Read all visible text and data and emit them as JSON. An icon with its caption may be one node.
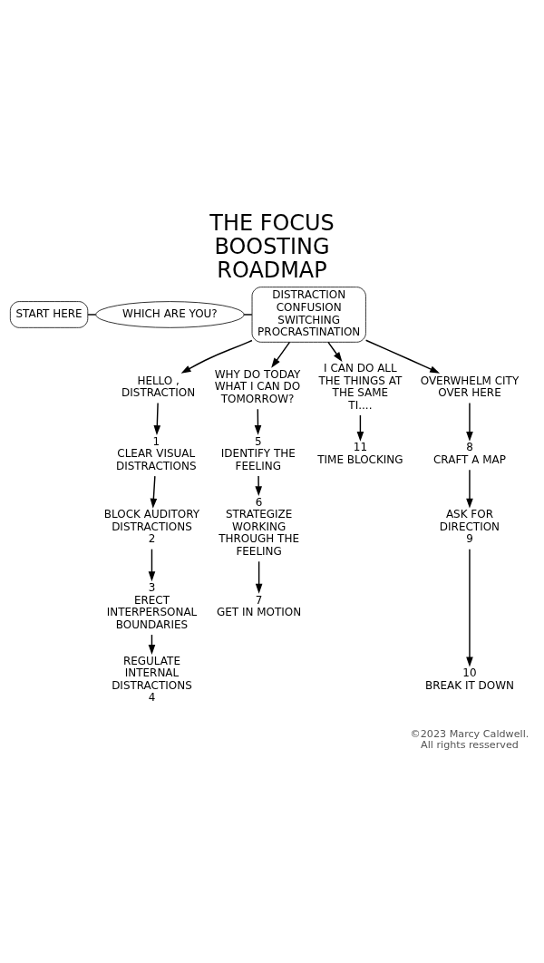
{
  "diagram": {
    "title": "THE FOCUS BOOSTING ROADMAP",
    "caption": "©2023 Marcy Caldwell. All rights resserved",
    "nodes": [
      {
        "text": [
          "START HERE"
        ]
      },
      {
        "text": [
          "WHICH ARE YOU?"
        ]
      },
      {
        "text": [
          "DISTRACTION",
          "CONFUSION",
          "SWITCHING",
          "PROCRASTINATION"
        ]
      },
      {
        "text": [
          "HELLO , DISTRACTION"
        ]
      },
      {
        "text": [
          "WHY DO TODAY WHAT I CAN DO TOMORROW?"
        ]
      },
      {
        "text": [
          "I CAN DO ALL THE THINGS AT THE SAME TI...."
        ]
      },
      {
        "text": [
          "1",
          "CLEAR VISUAL DISTRACTIONS"
        ]
      },
      {
        "text": [
          "BLOCK AUDITORY DISTRACTIONS",
          "2"
        ]
      },
      {
        "text": [
          "3",
          "ERECT INTERPERSONAL BOUNDARIES"
        ]
      },
      {
        "text": [
          "REGULATE INTERNAL DISTRACTIONS",
          "4"
        ]
      },
      {
        "text": [
          "5",
          "IDENTIFY THE FEELING"
        ]
      },
      {
        "text": [
          "6",
          "STRATEGIZE WORKING THROUGH THE FEELING"
        ]
      },
      {
        "text": [
          "7",
          "GET IN MOTION"
        ]
      },
      {
        "text": [
          "11",
          "TIME BLOCKING"
        ]
      },
      {
        "text": [
          "OVERWHELM CITY OVER HERE"
        ]
      },
      {
        "text": [
          "8",
          "CRAFT A MAP"
        ]
      },
      {
        "text": [
          "ASK FOR DIRECTION",
          "9"
        ]
      },
      {
        "text": [
          "10",
          "BREAK IT DOWN"
        ]
      }
    ],
    "edges": [
      {
        "from": 0,
        "to": 1,
        "arrow": "none"
      },
      {
        "from": 1,
        "to": 2,
        "arrow": "none"
      },
      {
        "from": 2,
        "to": 3,
        "arrow": "to"
      },
      {
        "from": 2,
        "to": 4,
        "arrow": "to"
      },
      {
        "from": 2,
        "to": 14,
        "arrow": "to"
      },
      {
        "from": 2,
        "to": 5,
        "arrow": "to"
      },
      {
        "from": 3,
        "to": 6,
        "arrow": "to"
      },
      {
        "from": 6,
        "to": 7,
        "arrow": "to"
      },
      {
        "from": 7,
        "to": 8,
        "arrow": "to"
      },
      {
        "from": 8,
        "to": 9,
        "arrow": "to"
      },
      {
        "from": 4,
        "to": 10,
        "arrow": "to"
      },
      {
        "from": 10,
        "to": 11,
        "arrow": "to"
      },
      {
        "from": 11,
        "to": 12,
        "arrow": "to"
      },
      {
        "from": 5,
        "to": 13,
        "arrow": "to"
      },
      {
        "from": 14,
        "to": 15,
        "arrow": "to"
      },
      {
        "from": 15,
        "to": 16,
        "arrow": "to"
      },
      {
        "from": 16,
        "to": 17,
        "arrow": "to"
      }
    ]
  }
}
